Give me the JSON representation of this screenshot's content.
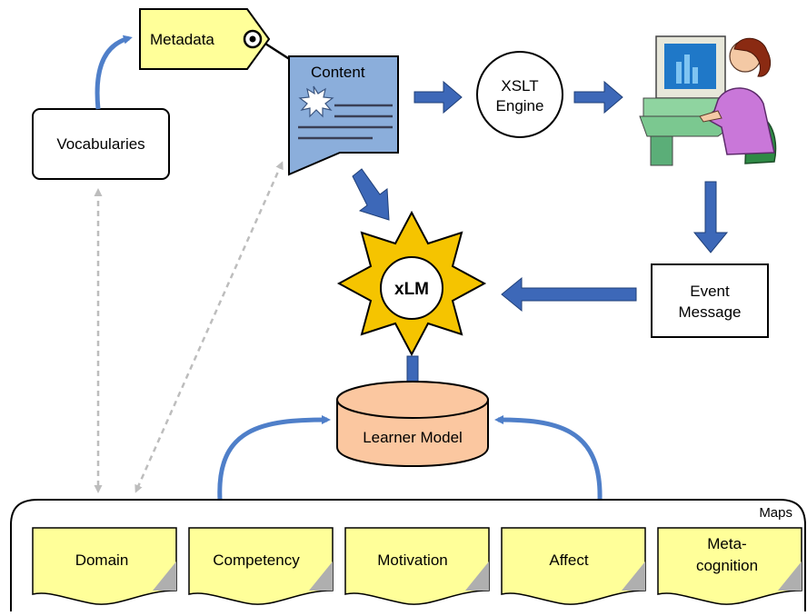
{
  "nodes": {
    "metadata": "Metadata",
    "content": "Content",
    "vocabularies": "Vocabularies",
    "xslt_line1": "XSLT",
    "xslt_line2": "Engine",
    "xlm": "xLM",
    "event_line1": "Event",
    "event_line2": "Message",
    "learner_model": "Learner Model"
  },
  "maps": {
    "title": "Maps",
    "items": [
      {
        "label": "Domain"
      },
      {
        "label": "Competency"
      },
      {
        "label": "Motivation"
      },
      {
        "label": "Affect"
      },
      {
        "label_line1": "Meta-",
        "label_line2": "cognition"
      }
    ]
  },
  "colors": {
    "arrow_blue": "#4F7FC9",
    "arrow_block": "#3D68B8",
    "yellow_tag": "#FFFF99",
    "content_blue": "#8BAEDB",
    "learner_orange": "#FBC7A0",
    "star_yellow": "#F5C400",
    "dashed_grey": "#BDBDBD"
  }
}
